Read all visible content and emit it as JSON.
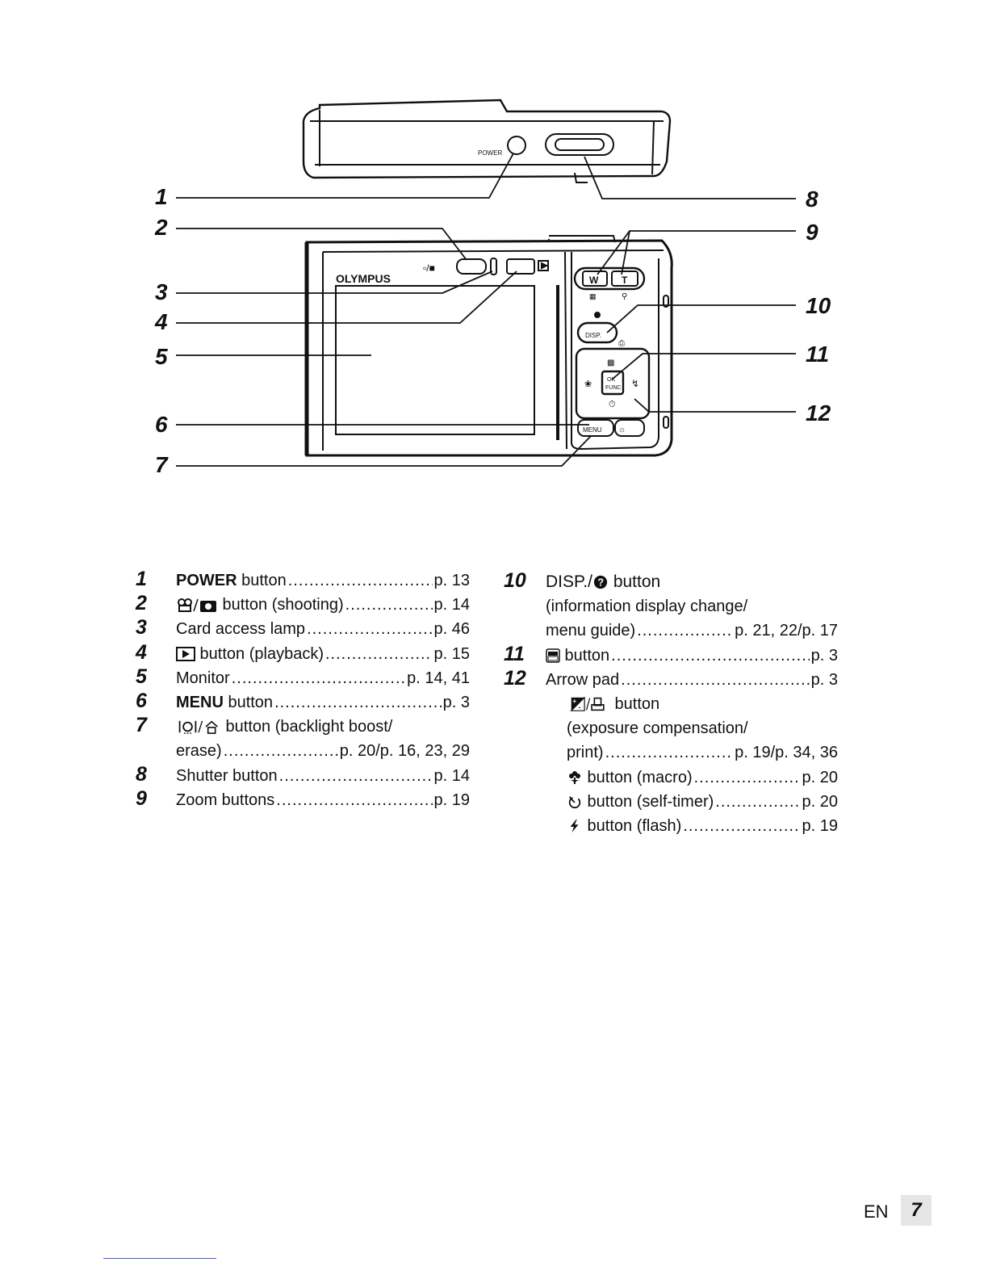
{
  "diagram": {
    "top_view": {
      "power_label": "POWER"
    },
    "back_view": {
      "brand": "OLYMPUS",
      "disp_label": "DISP.",
      "menu_label": "MENU",
      "ok_label": "OK",
      "func_label": "FUNC",
      "w_label": "W",
      "t_label": "T"
    },
    "callouts": [
      "1",
      "2",
      "3",
      "4",
      "5",
      "6",
      "7",
      "8",
      "9",
      "10",
      "11",
      "12"
    ]
  },
  "parts_left": [
    {
      "num": "1",
      "label_bold": "POWER",
      "label": " button",
      "page": "p. 13"
    },
    {
      "num": "2",
      "icon": "movie-camera-icon",
      "label": " button (shooting)",
      "page": "p. 14"
    },
    {
      "num": "3",
      "label": "Card access lamp",
      "page": "p. 46"
    },
    {
      "num": "4",
      "icon": "playback-icon",
      "label": " button (playback)",
      "page": "p. 15"
    },
    {
      "num": "5",
      "label": "Monitor",
      "page": "p. 14, 41"
    },
    {
      "num": "6",
      "label_bold": "MENU",
      "label": " button",
      "page": "p. 3"
    },
    {
      "num": "7",
      "icon": "backlight-erase-icon",
      "label": " button (backlight boost/",
      "cont": "erase)",
      "page": "p. 20/p. 16, 23, 29"
    },
    {
      "num": "8",
      "label": "Shutter button",
      "page": "p. 14"
    },
    {
      "num": "9",
      "label": "Zoom buttons",
      "page": "p. 19"
    }
  ],
  "parts_right": {
    "item10": {
      "num": "10",
      "label_bold": "DISP./",
      "label": " button",
      "line2": "(information display change/",
      "line3": "menu guide)",
      "page": "p. 21, 22/p. 17"
    },
    "item11": {
      "num": "11",
      "label": " button",
      "page": "p. 3"
    },
    "item12": {
      "num": "12",
      "label": "Arrow pad",
      "page": "p. 3"
    },
    "sub": {
      "exposure": {
        "label": " button",
        "line2": "(exposure compensation/",
        "line3": "print)",
        "page": "p. 19/p. 34, 36"
      },
      "macro": {
        "label": " button (macro)",
        "page": "p. 20"
      },
      "selftimer": {
        "label": " button (self-timer)",
        "page": "p. 20"
      },
      "flash": {
        "label": " button (flash)",
        "page": "p. 19"
      }
    }
  },
  "footer": {
    "lang": "EN",
    "page_number": "7"
  }
}
